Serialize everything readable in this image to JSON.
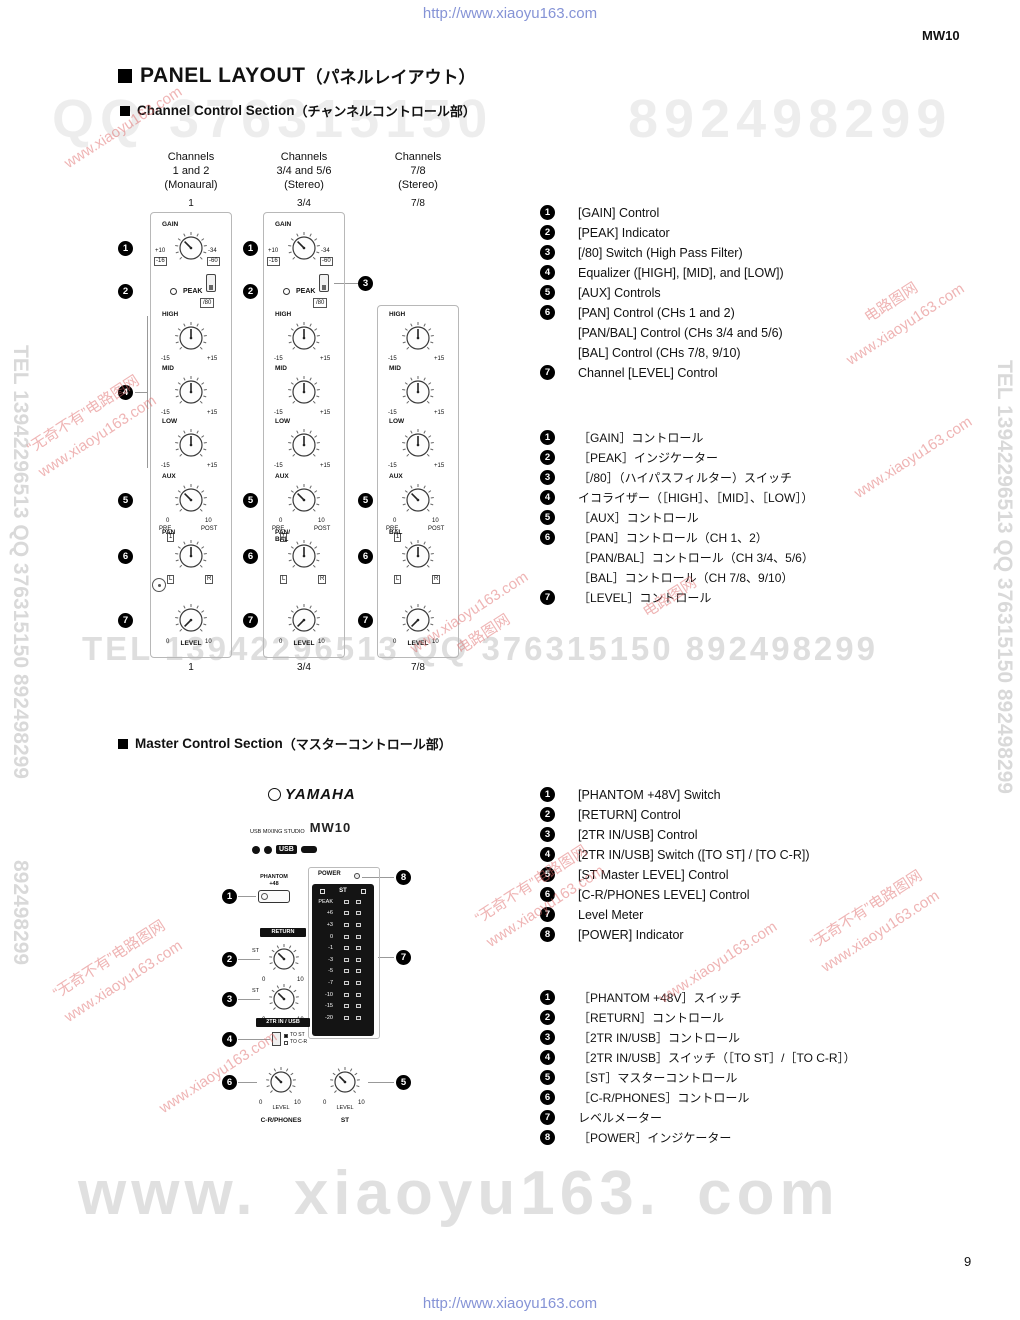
{
  "page": {
    "model": "MW10",
    "page_number": "9"
  },
  "watermarks": {
    "url": "http://www.xiaoyu163.com",
    "qq_left": "QQ 376315150",
    "qq_right": "892498299",
    "tel_line": "TEL 13942296513 QQ 376315150 892498299",
    "big_bottom": "www. xiaoyu163. com",
    "site": "www.xiaoyu163.com",
    "cn_brand": "“无奇不有”电路图网",
    "cn_2": "电路图网"
  },
  "headings": {
    "panel_layout_en": "PANEL LAYOUT",
    "panel_layout_jp": "（パネルレイアウト）",
    "channel_en": "Channel Control Section",
    "channel_jp": "（チャンネルコントロール部）",
    "master_en": "Master Control Section",
    "master_jp": "（マスターコントロール部）"
  },
  "channel_diagram": {
    "columns": [
      {
        "header": [
          "Channels",
          "1 and 2",
          "(Monaural)"
        ],
        "num_top": "1",
        "num_bottom": "1"
      },
      {
        "header": [
          "Channels",
          "3/4 and 5/6",
          "(Stereo)"
        ],
        "num_top": "3/4",
        "num_bottom": "3/4"
      },
      {
        "header": [
          "Channels",
          "7/8",
          "(Stereo)"
        ],
        "num_top": "7/8",
        "num_bottom": "7/8"
      }
    ],
    "labels": {
      "gain": "GAIN",
      "peak": "PEAK",
      "hpf": "/80",
      "high": "HIGH",
      "mid": "MID",
      "low": "LOW",
      "aux": "AUX",
      "pan": "PAN",
      "panbal": "PAN/\nBAL",
      "bal": "BAL",
      "level": "LEVEL",
      "gain_scale": [
        "+10",
        "-34",
        "-16",
        "-60"
      ],
      "eq_scale": [
        "-15",
        "+15"
      ],
      "aux_scale": [
        "0",
        "10"
      ],
      "aux_sub": [
        "PRE",
        "1",
        "POST"
      ],
      "pan_scale": [
        "L",
        "R"
      ],
      "level_scale": [
        "0",
        "10"
      ]
    }
  },
  "channel_list_en": [
    {
      "n": "1",
      "lines": [
        "[GAIN] Control"
      ]
    },
    {
      "n": "2",
      "lines": [
        "[PEAK] Indicator"
      ]
    },
    {
      "n": "3",
      "lines": [
        "[/80] Switch (High Pass Filter)"
      ]
    },
    {
      "n": "4",
      "lines": [
        "Equalizer ([HIGH], [MID], and [LOW])"
      ]
    },
    {
      "n": "5",
      "lines": [
        "[AUX] Controls"
      ]
    },
    {
      "n": "6",
      "lines": [
        "[PAN] Control (CHs 1 and 2)",
        "[PAN/BAL] Control (CHs 3/4 and 5/6)",
        "[BAL] Control (CHs 7/8, 9/10)"
      ]
    },
    {
      "n": "7",
      "lines": [
        "Channel [LEVEL] Control"
      ]
    }
  ],
  "channel_list_jp": [
    {
      "n": "1",
      "lines": [
        "［GAIN］コントロール"
      ]
    },
    {
      "n": "2",
      "lines": [
        "［PEAK］インジケーター"
      ]
    },
    {
      "n": "3",
      "lines": [
        "［/80］（ハイパスフィルター）スイッチ"
      ]
    },
    {
      "n": "4",
      "lines": [
        "イコライザー（［HIGH］、［MID］、［LOW］）"
      ]
    },
    {
      "n": "5",
      "lines": [
        "［AUX］コントロール"
      ]
    },
    {
      "n": "6",
      "lines": [
        "［PAN］コントロール（CH 1、2）",
        "［PAN/BAL］コントロール（CH 3/4、5/6）",
        "［BAL］コントロール（CH 7/8、9/10）"
      ]
    },
    {
      "n": "7",
      "lines": [
        "［LEVEL］コントロール"
      ]
    }
  ],
  "master_list_en": [
    {
      "n": "1",
      "lines": [
        "[PHANTOM +48V] Switch"
      ]
    },
    {
      "n": "2",
      "lines": [
        "[RETURN] Control"
      ]
    },
    {
      "n": "3",
      "lines": [
        "[2TR IN/USB] Control"
      ]
    },
    {
      "n": "4",
      "lines": [
        "[2TR IN/USB] Switch ([TO ST] / [TO C-R])"
      ]
    },
    {
      "n": "5",
      "lines": [
        "[ST Master LEVEL] Control"
      ]
    },
    {
      "n": "6",
      "lines": [
        "[C-R/PHONES LEVEL] Control"
      ]
    },
    {
      "n": "7",
      "lines": [
        "Level Meter"
      ]
    },
    {
      "n": "8",
      "lines": [
        "[POWER] Indicator"
      ]
    }
  ],
  "master_list_jp": [
    {
      "n": "1",
      "lines": [
        "［PHANTOM +48V］スイッチ"
      ]
    },
    {
      "n": "2",
      "lines": [
        "［RETURN］コントロール"
      ]
    },
    {
      "n": "3",
      "lines": [
        "［2TR IN/USB］コントロール"
      ]
    },
    {
      "n": "4",
      "lines": [
        "［2TR IN/USB］スイッチ（［TO ST］/［TO C-R］）"
      ]
    },
    {
      "n": "5",
      "lines": [
        "［ST］マスターコントロール"
      ]
    },
    {
      "n": "6",
      "lines": [
        "［C-R/PHONES］コントロール"
      ]
    },
    {
      "n": "7",
      "lines": [
        "レベルメーター"
      ]
    },
    {
      "n": "8",
      "lines": [
        "［POWER］インジケーター"
      ]
    }
  ],
  "master_diagram": {
    "brand": "YAMAHA",
    "product_line": "USB MIXING STUDIO",
    "model": "MW10",
    "usb_label": "USB",
    "phantom_l1": "PHANTOM",
    "phantom_l2": "+48",
    "power": "POWER",
    "return_label": "RETURN",
    "st": "ST",
    "two_tr": "2TR IN / USB",
    "to_st": "TO ST",
    "to_cr": "TO C-R",
    "meter_scale": [
      "PEAK",
      "+6",
      "+3",
      "0",
      "-1",
      "-3",
      "-5",
      "-7",
      "-10",
      "-15",
      "-20"
    ],
    "level": "LEVEL",
    "cr_phones": "C-R/PHONES",
    "knob_scale": [
      "0",
      "10"
    ]
  }
}
